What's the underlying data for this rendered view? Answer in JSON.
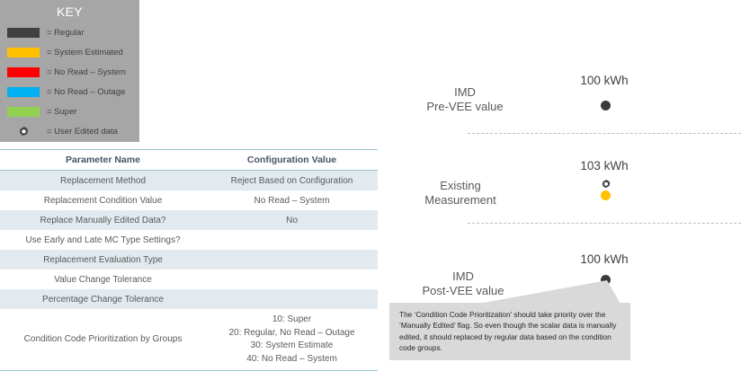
{
  "key_panel": {
    "title": "KEY",
    "background": "#a6a6a6",
    "items": [
      {
        "swatch_color": "#404040",
        "icon": "",
        "label": "= Regular"
      },
      {
        "swatch_color": "#ffc000",
        "icon": "",
        "label": "= System Estimated"
      },
      {
        "swatch_color": "#ff0000",
        "icon": "",
        "label": "= No Read – System"
      },
      {
        "swatch_color": "#00b0f0",
        "icon": "",
        "label": "= No Read – Outage"
      },
      {
        "swatch_color": "#92d050",
        "icon": "",
        "label": "= Super"
      },
      {
        "swatch_color": "",
        "icon": "gear-icon",
        "label": "= User Edited data"
      }
    ]
  },
  "table": {
    "headers": [
      "Parameter Name",
      "Configuration Value"
    ],
    "header_color": "#44546a",
    "rule_color": "#9dc3d4",
    "stripe_color": "#e3eaef",
    "rows": [
      {
        "parameter": "Replacement Method",
        "value": "Reject Based on Configuration"
      },
      {
        "parameter": "Replacement Condition Value",
        "value": "No Read – System"
      },
      {
        "parameter": "Replace Manually Edited Data?",
        "value": "No"
      },
      {
        "parameter": "Use Early and Late MC Type Settings?",
        "value": ""
      },
      {
        "parameter": "Replacement Evaluation Type",
        "value": ""
      },
      {
        "parameter": "Value Change Tolerance",
        "value": ""
      },
      {
        "parameter": "Percentage Change Tolerance",
        "value": ""
      },
      {
        "parameter": "Condition Code Prioritization by Groups",
        "value": "10: Super\n20: Regular, No Read – Outage\n30: System Estimate\n40: No Read – System"
      }
    ]
  },
  "diagram": {
    "stages": [
      {
        "name": "pre-vee",
        "label": "IMD\nPre-VEE value",
        "value_label": "100 kWh",
        "marker_color": "#3b3b3b",
        "has_user_edit_marker": false
      },
      {
        "name": "existing",
        "label": "Existing\nMeasurement",
        "value_label": "103 kWh",
        "marker_color": "#ffc000",
        "has_user_edit_marker": true
      },
      {
        "name": "post-vee",
        "label": "IMD\nPost-VEE value",
        "value_label": "100 kWh",
        "marker_color": "#3b3b3b",
        "has_user_edit_marker": false
      }
    ],
    "divider_color": "#bfbfbf"
  },
  "callout": {
    "background": "#d9d9d9",
    "text": "The ‘Condition Code Prioritization’ should take priority over the ‘Manually Edited’ flag.  So even though the scalar data is manually edited, it should replaced by regular data based on the condition code groups."
  }
}
